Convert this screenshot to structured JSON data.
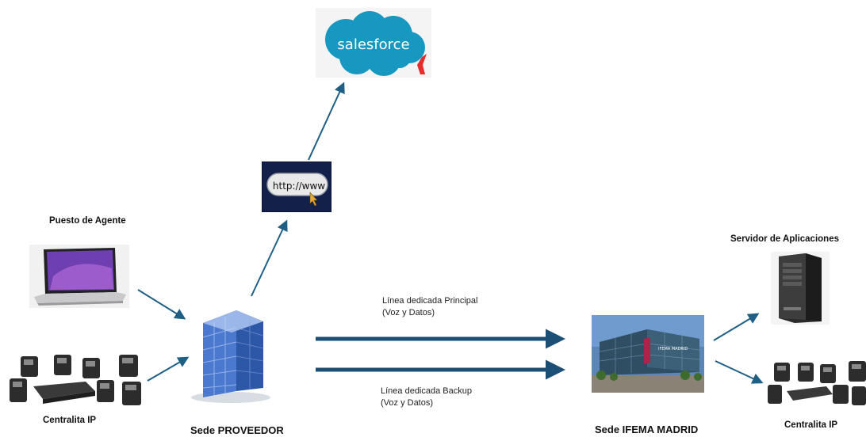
{
  "salesforce": {
    "logo_text": "salesforce"
  },
  "http_icon": {
    "text": "http://www"
  },
  "agent": {
    "label": "Puesto de Agente"
  },
  "pbx_left": {
    "label": "Centralita IP"
  },
  "provider": {
    "label": "Sede PROVEEDOR"
  },
  "links": {
    "primary": {
      "line1": "Línea dedicada Principal",
      "line2": "(Voz y Datos)"
    },
    "backup": {
      "line1": "Línea dedicada Backup",
      "line2": "(Voz y Datos)"
    }
  },
  "ifema": {
    "label": "Sede IFEMA MADRID",
    "building_sign": "IFEMA MADRID"
  },
  "app_server": {
    "label": "Servidor de Aplicaciones"
  },
  "pbx_right": {
    "label": "Centralita IP"
  },
  "colors": {
    "arrow": "#1f5f86",
    "link_bar": "#1b4f75",
    "salesforce_blue": "#1798c1",
    "http_bg": "#12204a"
  }
}
